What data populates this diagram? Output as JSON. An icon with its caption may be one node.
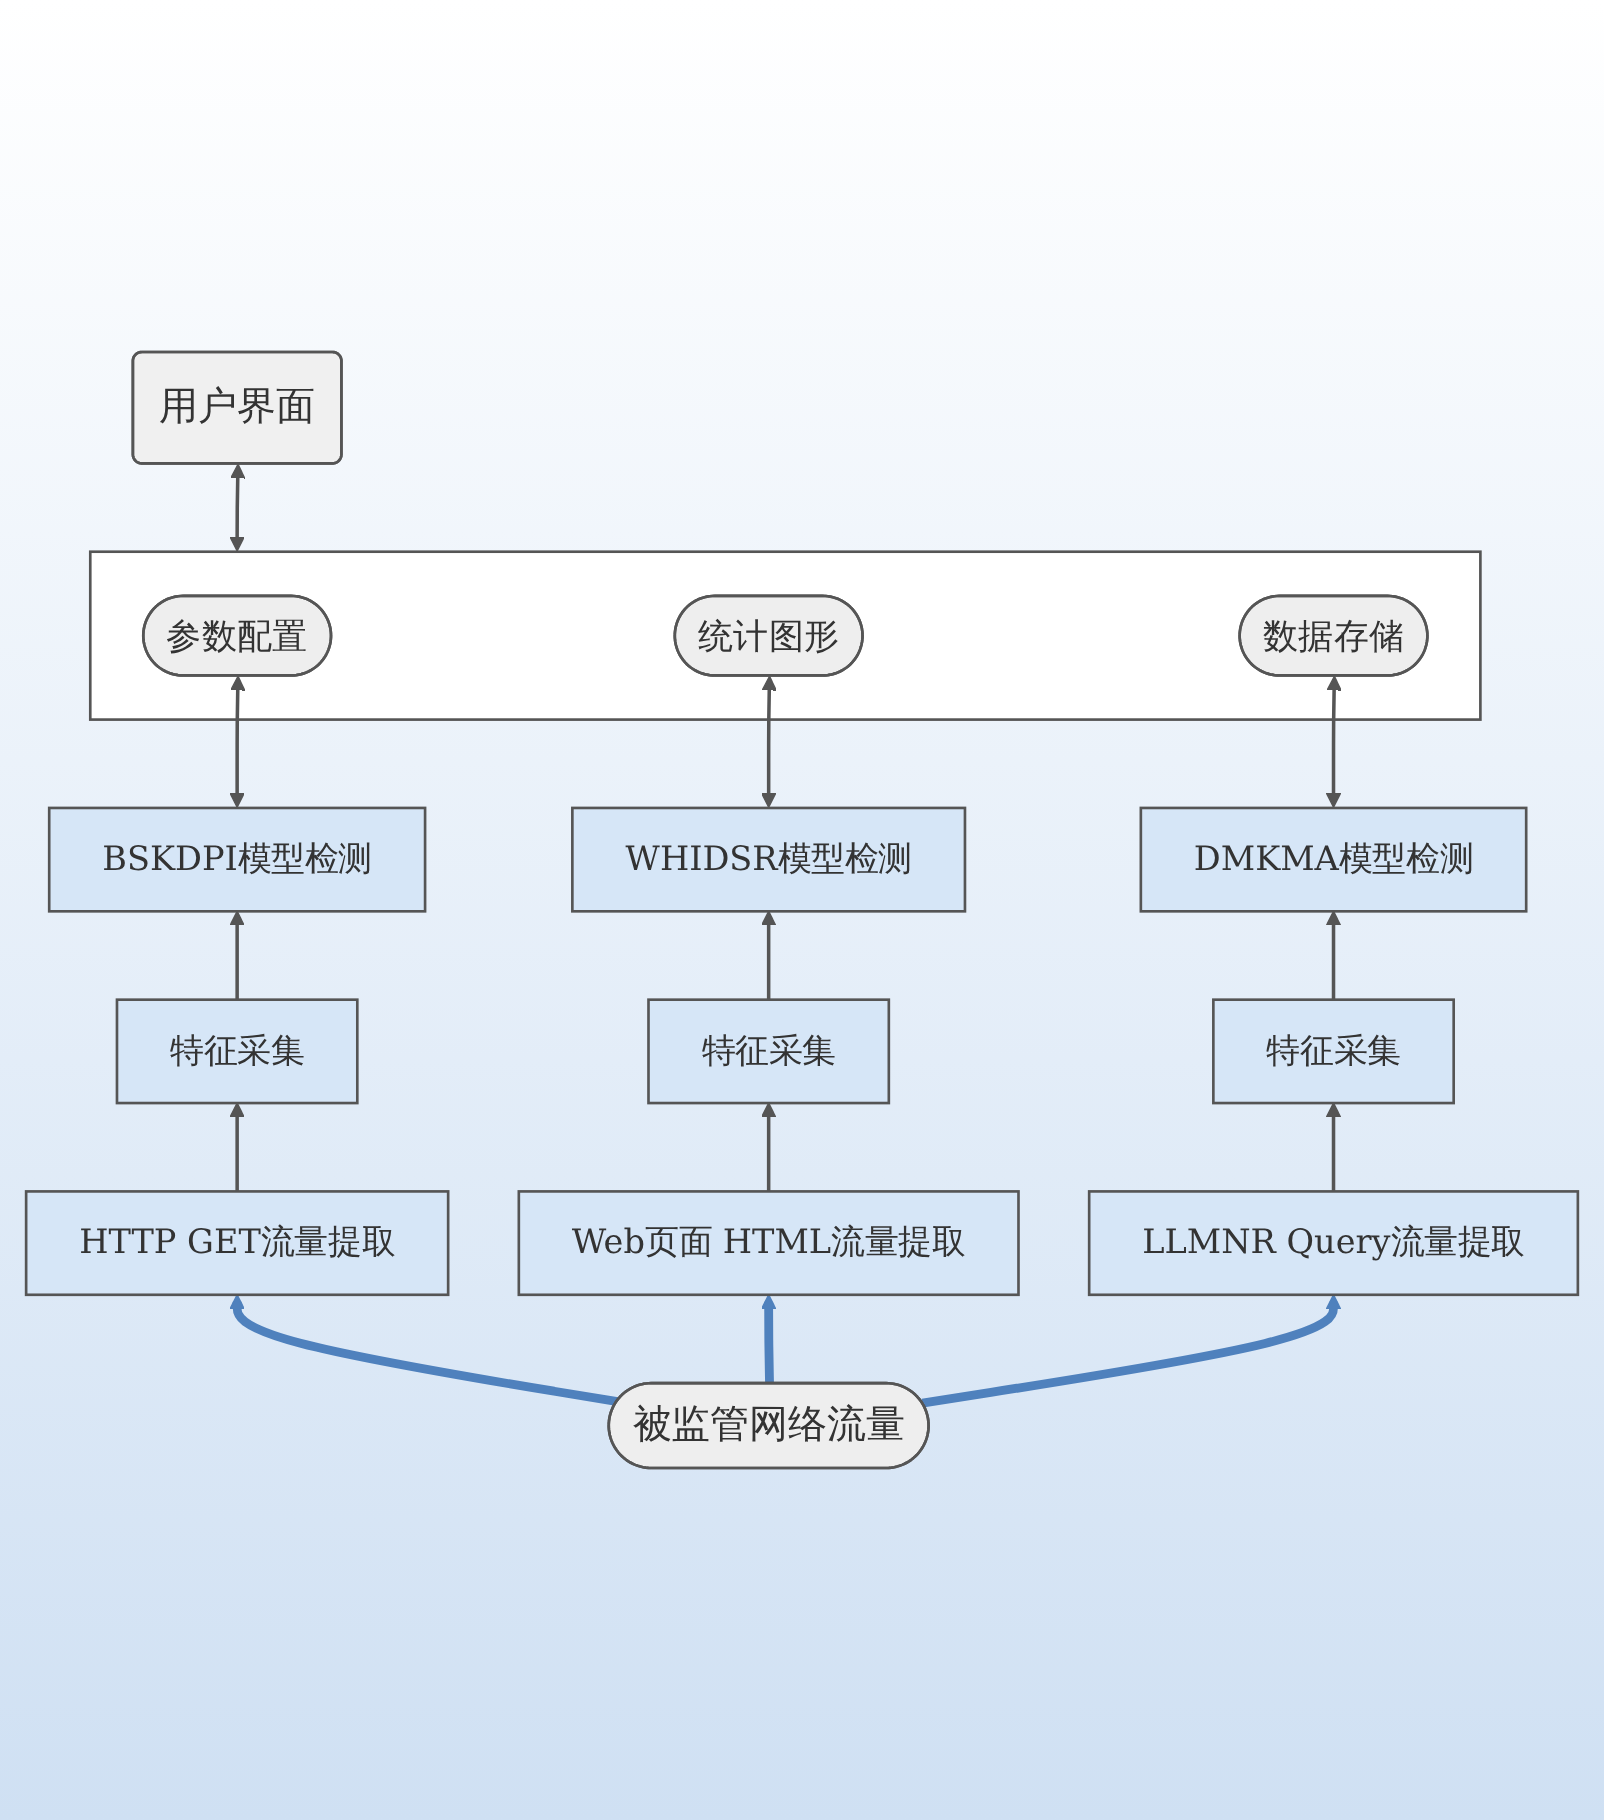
{
  "diagram": {
    "nodes": [
      {
        "text": [
          "用户界面"
        ]
      },
      {
        "text": [],
        "shape": "box"
      },
      {
        "text": [
          "参数配置"
        ],
        "in": 1
      },
      {
        "text": [
          "统计图形"
        ],
        "in": 1
      },
      {
        "text": [
          "数据存储"
        ],
        "in": 1
      },
      {
        "text": [
          "BSKDPI模型检测"
        ]
      },
      {
        "text": [
          "WHIDSR模型检测"
        ]
      },
      {
        "text": [
          "DMKMA模型检测"
        ]
      },
      {
        "text": [
          "特征采集"
        ]
      },
      {
        "text": [
          "特征采集"
        ]
      },
      {
        "text": [
          "特征采集"
        ]
      },
      {
        "text": [
          "HTTP GET流量提取"
        ]
      },
      {
        "text": [
          "Web页面 HTML流量提取"
        ]
      },
      {
        "text": [
          "LLMNR Query流量提取"
        ]
      },
      {
        "text": [
          "被监管网络流量"
        ]
      }
    ],
    "edges": [
      {
        "from": 0,
        "to": 1,
        "arrow": "both"
      },
      {
        "from": 2,
        "to": 5,
        "arrow": "both"
      },
      {
        "from": 3,
        "to": 6,
        "arrow": "both"
      },
      {
        "from": 4,
        "to": 7,
        "arrow": "both"
      },
      {
        "from": 8,
        "to": 5,
        "arrow": "to"
      },
      {
        "from": 9,
        "to": 6,
        "arrow": "to"
      },
      {
        "from": 10,
        "to": 7,
        "arrow": "to"
      },
      {
        "from": 11,
        "to": 8,
        "arrow": "to"
      },
      {
        "from": 12,
        "to": 9,
        "arrow": "to"
      },
      {
        "from": 13,
        "to": 10,
        "arrow": "to"
      },
      {
        "from": 14,
        "to": 11,
        "arrow": "to",
        "style": "thick",
        "color": "#4f81bd"
      },
      {
        "from": 14,
        "to": 12,
        "arrow": "to",
        "style": "thick",
        "color": "#4f81bd"
      },
      {
        "from": 14,
        "to": 13,
        "arrow": "to",
        "style": "thick",
        "color": "#4f81bd"
      }
    ]
  }
}
